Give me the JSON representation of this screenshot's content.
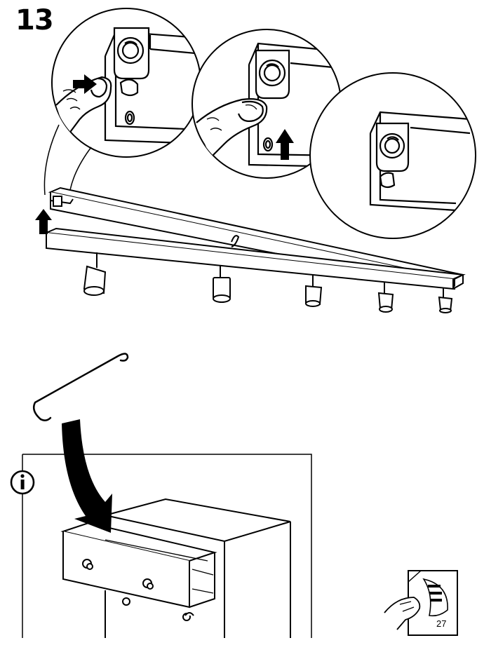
{
  "step": {
    "number": "13"
  },
  "footer": {
    "page_number": "27"
  },
  "icons": {
    "info": "info-icon",
    "page_turn": "turn-page-icon",
    "push_arrow": "arrow-right-icon",
    "lift_arrow": "arrow-up-icon",
    "store_arrow": "curved-arrow-down-icon"
  },
  "panels": {
    "detail_1": "press-release-button",
    "detail_2": "lift-release-button",
    "detail_3": "bracket-released"
  },
  "parts": [
    "track-bar",
    "spotlights",
    "hook-tool",
    "drawer-chest"
  ],
  "colors": {
    "ink": "#000000",
    "paper": "#ffffff"
  }
}
